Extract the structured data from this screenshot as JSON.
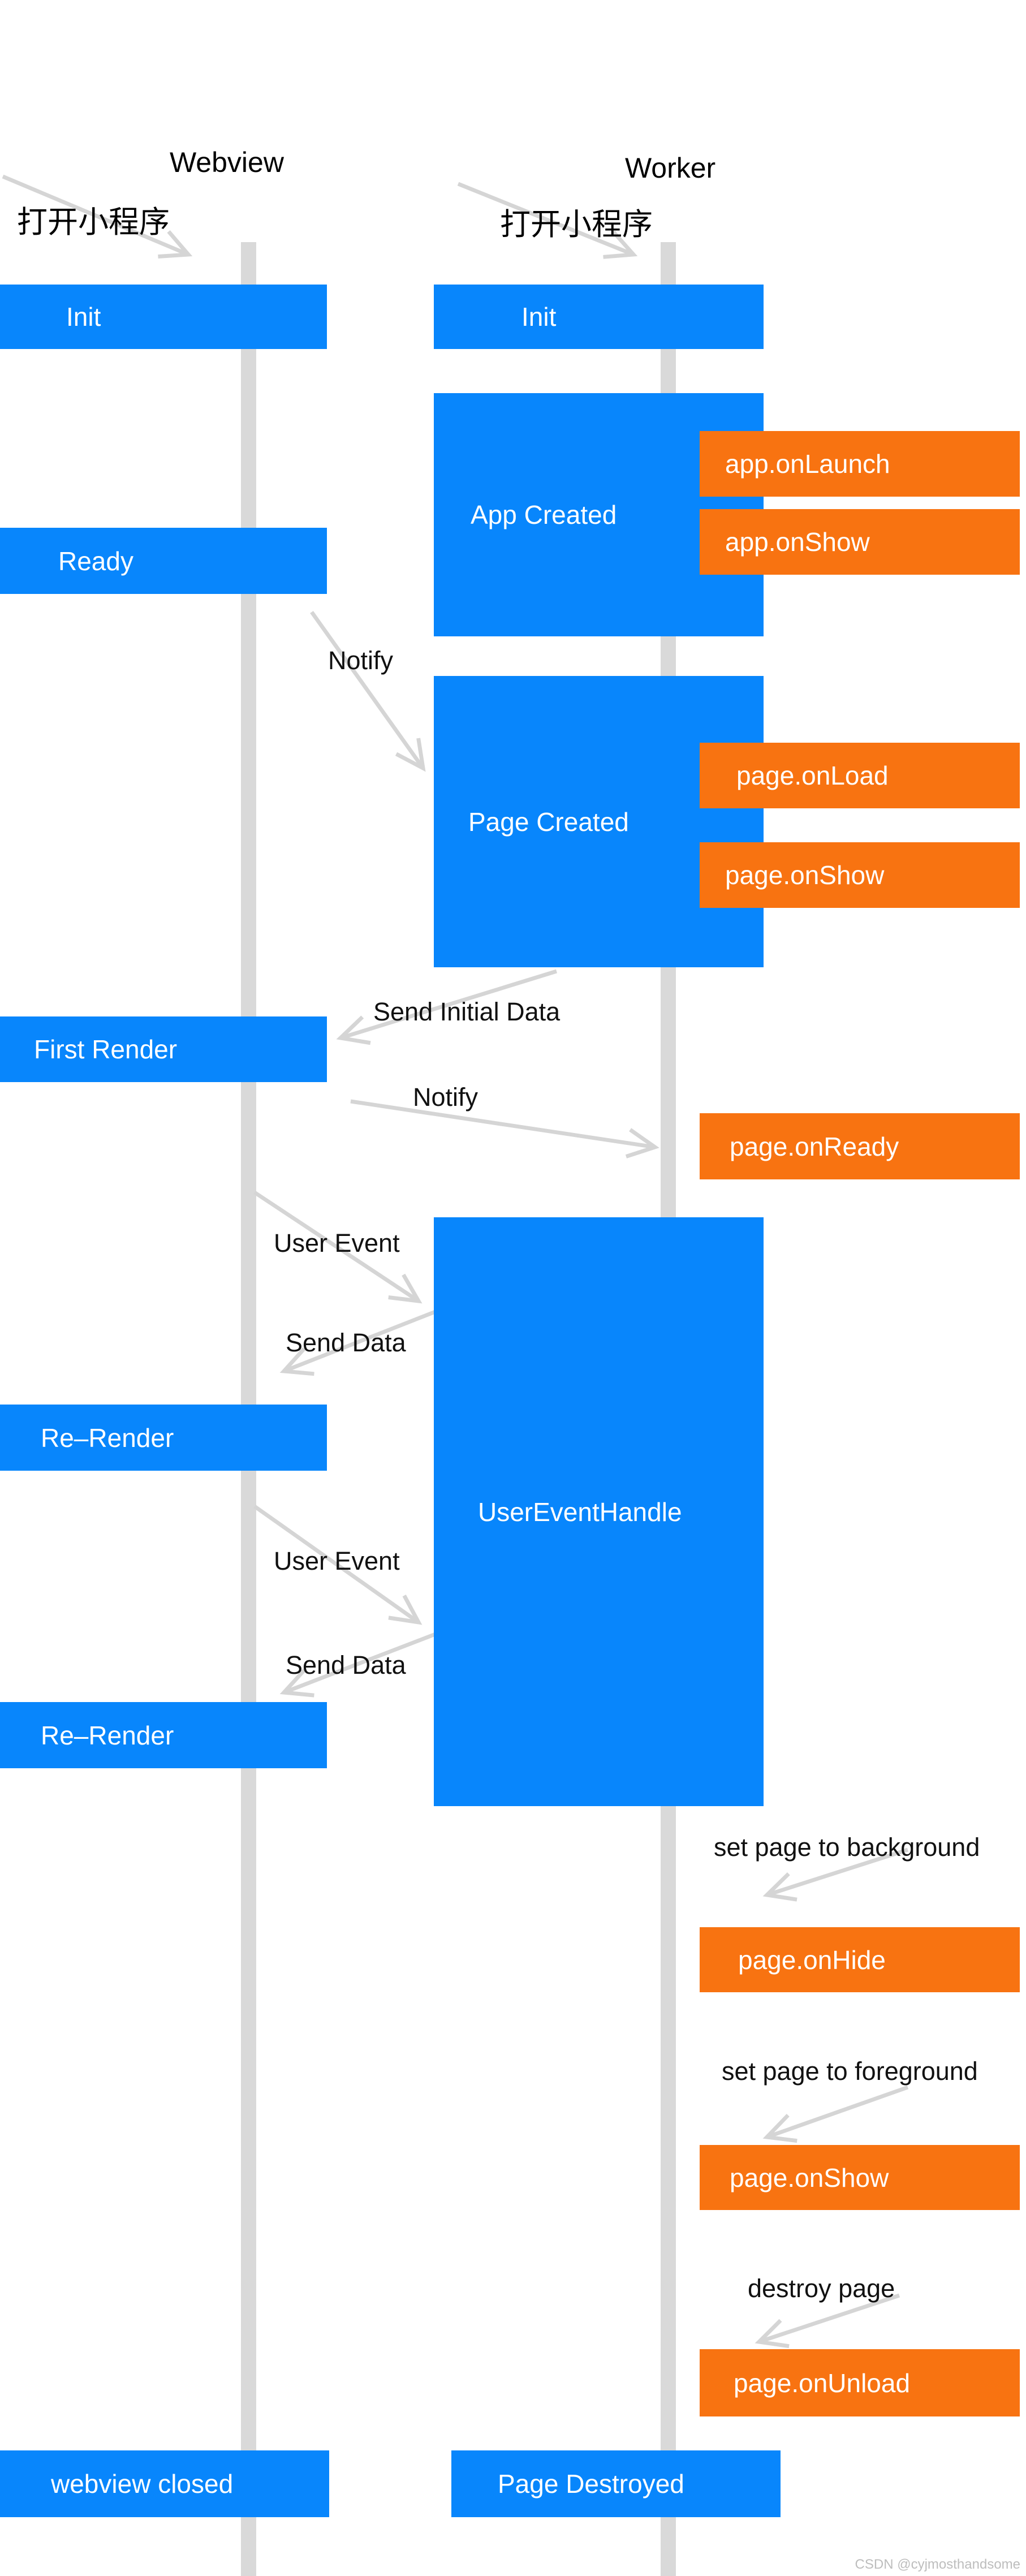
{
  "header": {
    "webview_label": "Webview",
    "worker_label": "Worker"
  },
  "messages": {
    "open_mini_program_left": "打开小程序",
    "open_mini_program_right": "打开小程序",
    "notify_first": "Notify",
    "send_initial_data": "Send Initial Data",
    "notify_second": "Notify",
    "user_event_first": "User Event",
    "send_data_first": "Send Data",
    "user_event_second": "User Event",
    "send_data_second": "Send Data",
    "set_page_to_background": "set page to background",
    "set_page_to_foreground": "set page to foreground",
    "destroy_page": "destroy page"
  },
  "webview_lane": {
    "init": "Init",
    "ready": "Ready",
    "first_render": "First Render",
    "re_render_first": "Re–Render",
    "re_render_second": "Re–Render",
    "webview_closed": "webview closed"
  },
  "worker_lane": {
    "init": "Init",
    "app_created": "App Created",
    "page_created": "Page Created",
    "user_event_handle": "UserEventHandle",
    "page_destroyed": "Page Destroyed"
  },
  "lifecycle_hooks": {
    "app_on_launch": "app.onLaunch",
    "app_on_show": "app.onShow",
    "page_on_load": "page.onLoad",
    "page_on_show": "page.onShow",
    "page_on_ready": "page.onReady",
    "page_on_hide": "page.onHide",
    "page_on_show_foreground": "page.onShow",
    "page_on_unload": "page.onUnload"
  },
  "colors": {
    "blue": "#0886fc",
    "orange": "#f87311",
    "lifeline": "#d9d9d9",
    "arrow": "#d5d5d5"
  },
  "watermark": "CSDN @cyjmosthandsome"
}
